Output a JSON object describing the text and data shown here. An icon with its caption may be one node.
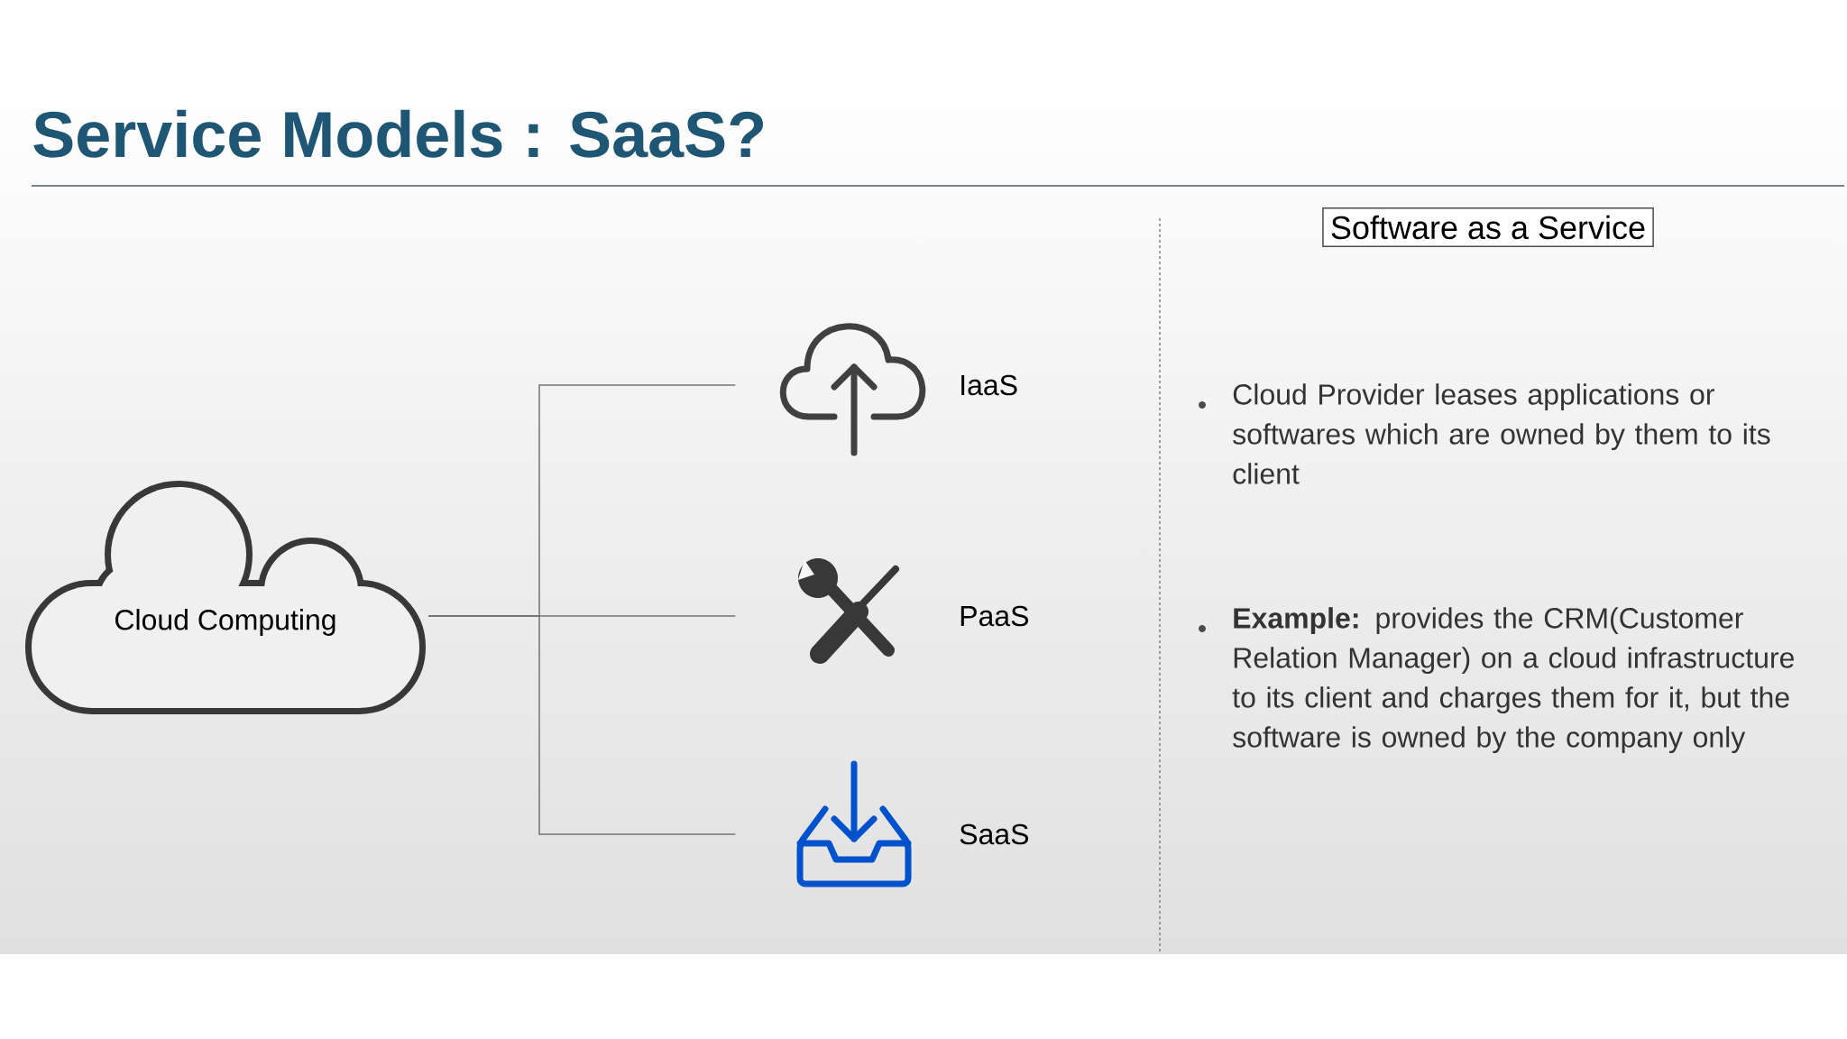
{
  "diagram": {
    "title": "Service Models : SaaS?",
    "nodes": [
      {
        "text": [
          "Cloud Computing"
        ]
      },
      {
        "text": [],
        "shape": "picture",
        "beside": [
          "IaaS"
        ]
      },
      {
        "text": [],
        "shape": "picture",
        "beside": [
          "PaaS"
        ]
      },
      {
        "text": [],
        "shape": "picture",
        "beside": [
          "SaaS"
        ]
      },
      {
        "text": [
          "Software as a Service"
        ]
      }
    ],
    "edges": [
      {
        "from": 0,
        "to": 1,
        "arrow": "none"
      },
      {
        "from": 0,
        "to": 2,
        "arrow": "none"
      },
      {
        "from": 0,
        "to": 3,
        "arrow": "none"
      }
    ],
    "labels": [
      "Cloud Provider leases applications or softwares which are owned by them to its client",
      "**Example:** provides the CRM(Customer Relation Manager) on a cloud infrastructure to its client and charges them for it, but the software is owned by the company only"
    ]
  }
}
